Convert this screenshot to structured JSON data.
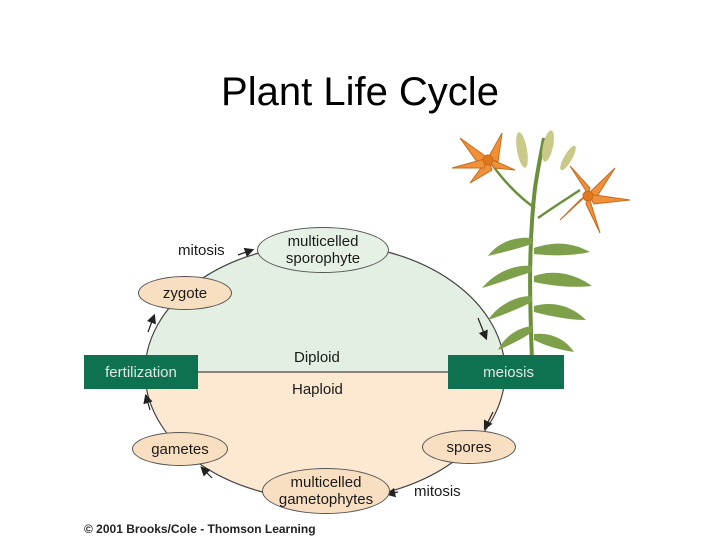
{
  "title": "Plant Life Cycle",
  "nodes": {
    "mitosis_top": "mitosis",
    "sporophyte": "multicelled\nsporophyte",
    "zygote": "zygote",
    "fertilization": "fertilization",
    "meiosis": "meiosis",
    "diploid": "Diploid",
    "haploid": "Haploid",
    "gametes": "gametes",
    "spores": "spores",
    "gametophytes": "multicelled\ngametophytes",
    "mitosis_bottom": "mitosis"
  },
  "copyright": "© 2001 Brooks/Cole - Thomson Learning",
  "colors": {
    "diploid_fill": "#e3efe3",
    "haploid_fill": "#fde8d2",
    "box_green": "#0e7150",
    "pill_fill": "#f9dfc1"
  },
  "illustration": "orange-lily-plant"
}
